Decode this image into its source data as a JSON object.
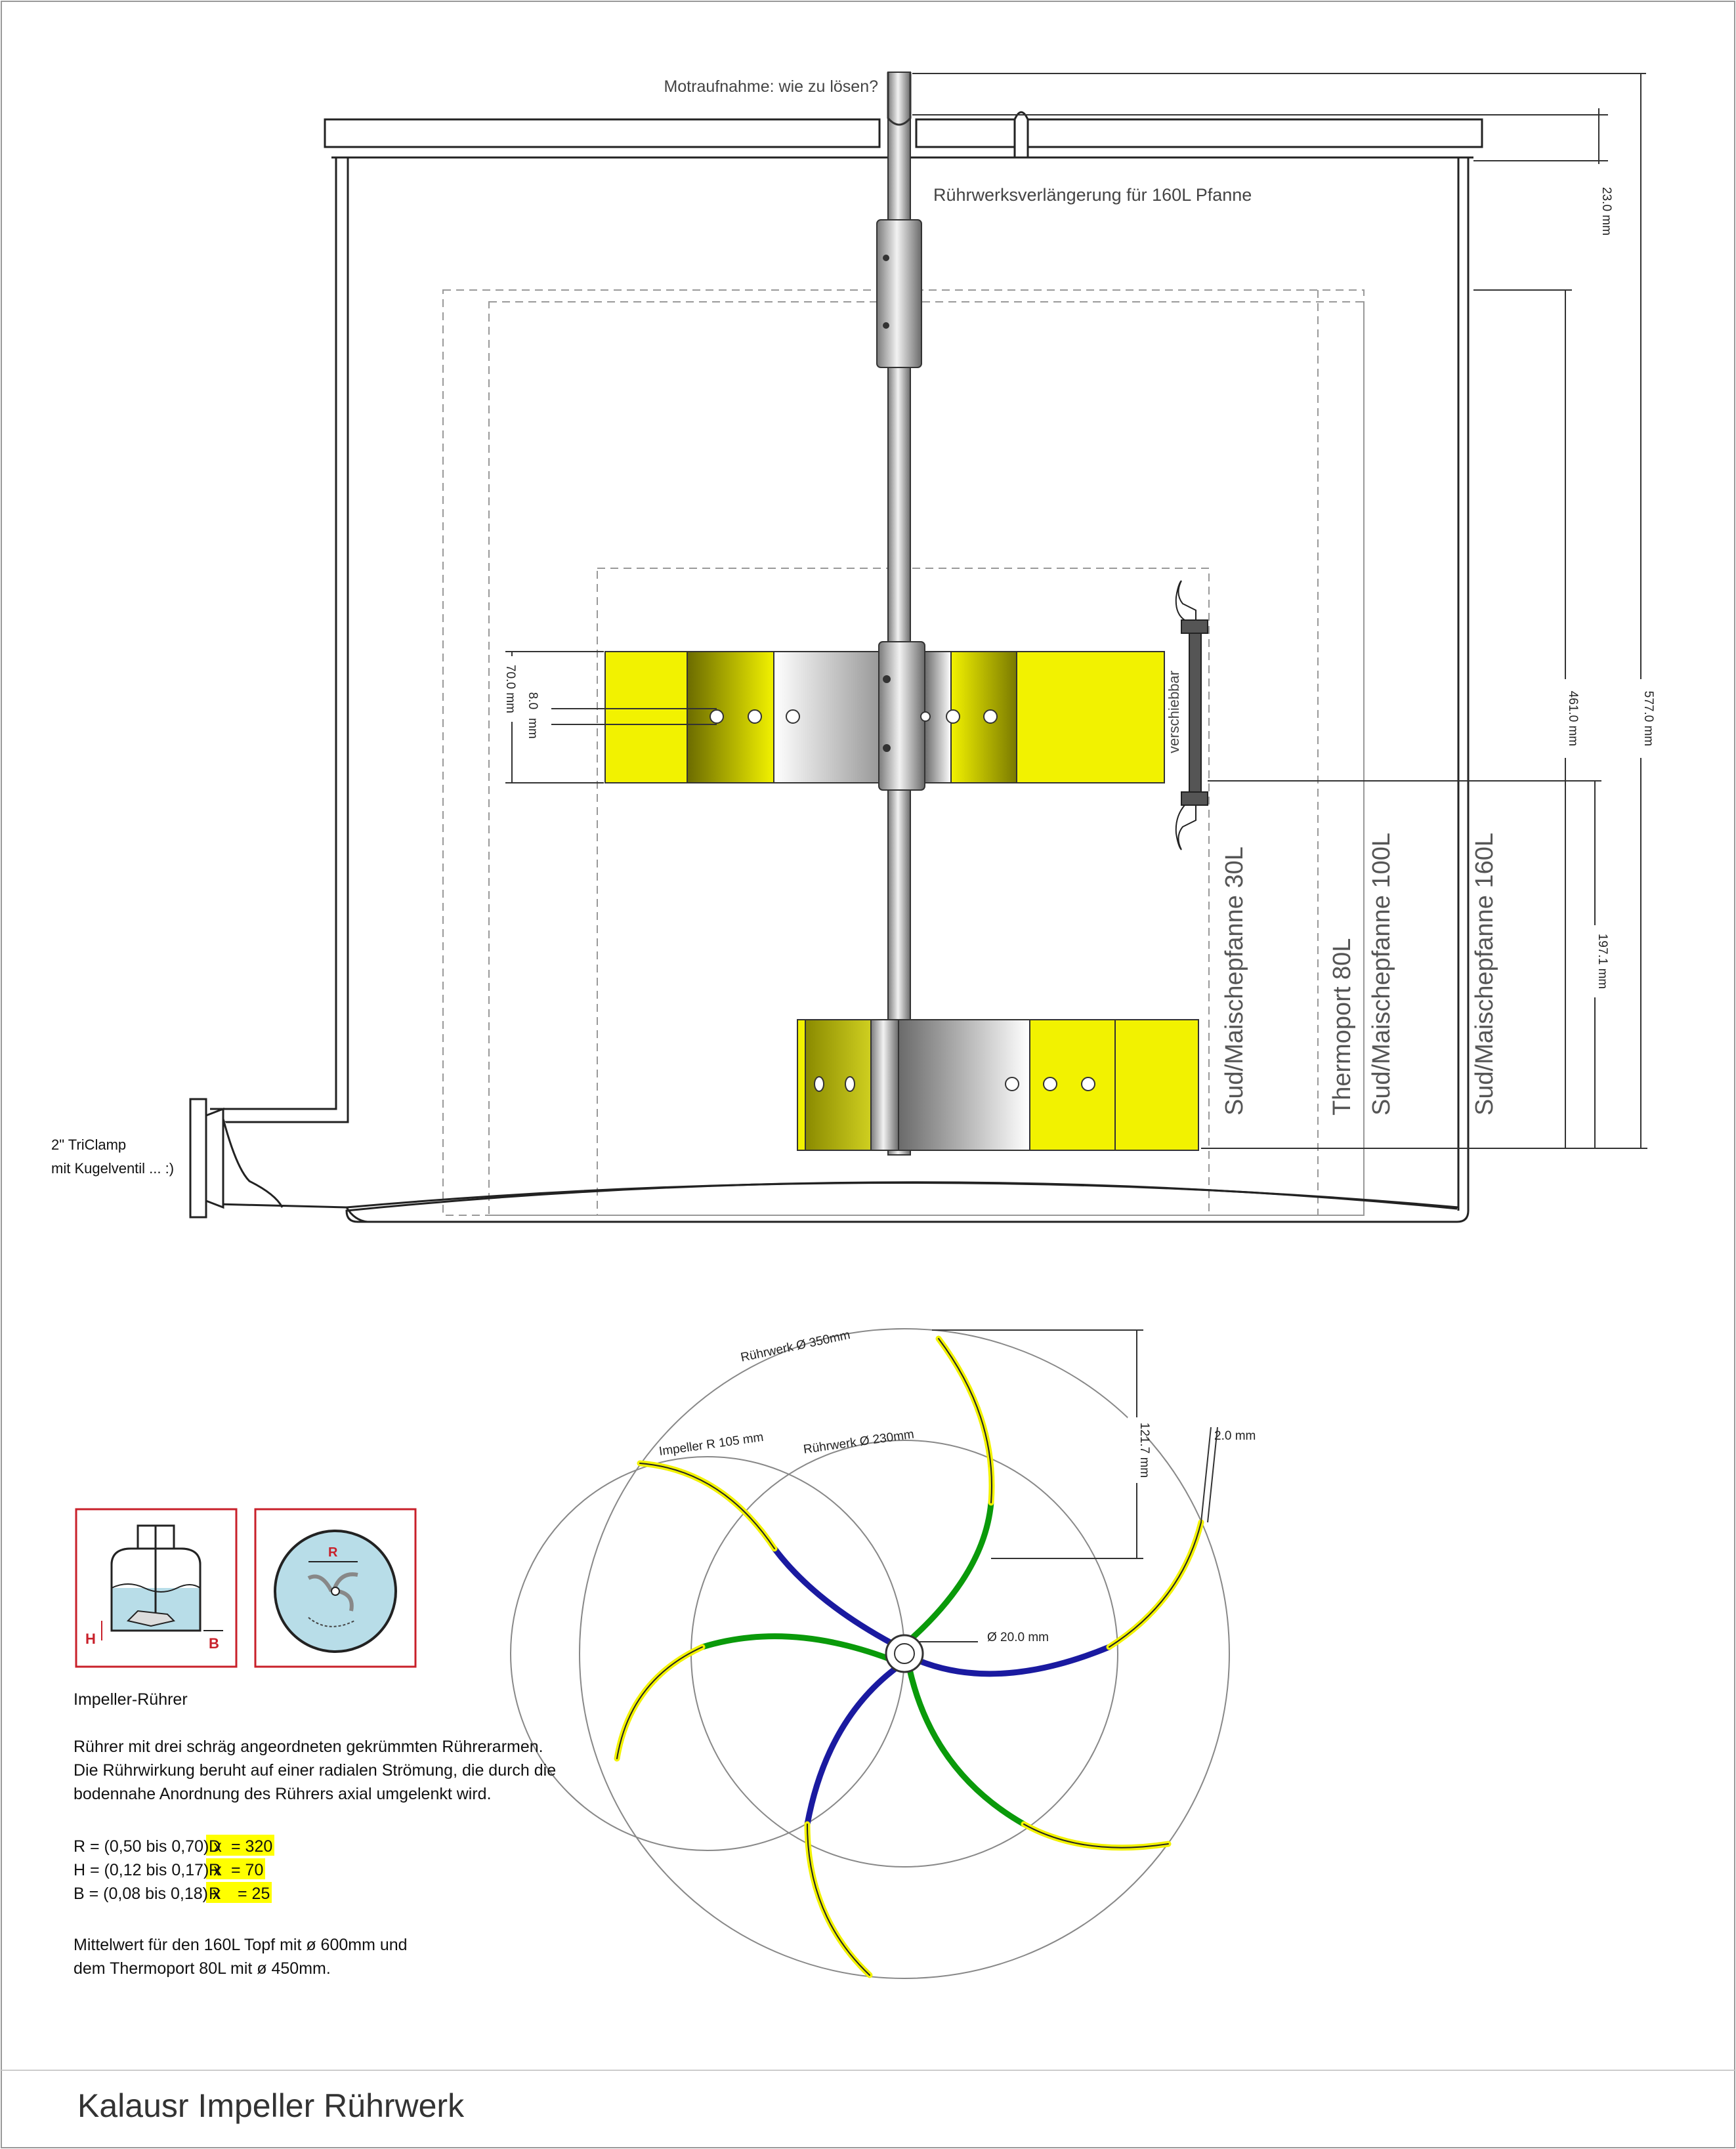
{
  "labels": {
    "motor_mount": "Motraufnahme: wie zu lösen?",
    "extension": "Rührwerksverlängerung für 160L Pfanne",
    "triclamp_line1": "2\" TriClamp",
    "triclamp_line2": "mit Kugelventil ... :)",
    "verschiebbar": "verschiebbar",
    "vessel_30l": "Sud/Maischepfanne 30L",
    "vessel_thermoport": "Thermoport 80L",
    "vessel_100l": "Sud/Maischepfanne 100L",
    "vessel_160l": "Sud/Maischepfanne 160L"
  },
  "dimensions": {
    "d23": "23.0 mm",
    "d577": "577.0 mm",
    "d461": "461.0 mm",
    "d197": "197.1 mm",
    "d70": "70.0 mm",
    "d8a": "8.0",
    "d8b": "mm",
    "d350": "Rührwerk Ø 350mm",
    "d230": "Rührwerk Ø 230mm",
    "r105": "Impeller R 105 mm",
    "d1217": "121.7 mm",
    "d2": "2.0 mm",
    "d20": "Ø 20.0 mm"
  },
  "icons": {
    "h": "H",
    "b": "B",
    "r": "R"
  },
  "description": {
    "heading": "Impeller-Rührer",
    "p1_line1": "Rührer mit drei schräg angeordneten gekrümmten Rührerarmen.",
    "p1_line2": "Die Rührwirkung beruht auf einer radialen Strömung, die durch die",
    "p1_line3": "bodennahe Anordnung des Rührers axial umgelenkt wird.",
    "formulas": [
      {
        "prefix": "R = (0,50 bis 0,70) x ",
        "hl": "D",
        "result": "= 320"
      },
      {
        "prefix": "H = (0,12 bis 0,17) x ",
        "hl": "R",
        "result": "= 70"
      },
      {
        "prefix": "B = (0,08 bis 0,18) x ",
        "hl": "R",
        "result": "= 25"
      }
    ],
    "p2_line1": "Mittelwert für den 160L Topf mit ø 600mm und",
    "p2_line2": "dem Thermoport 80L mit ø 450mm."
  },
  "title": "Kalausr Impeller Rührwerk",
  "colors": {
    "yellow": "#f2f200",
    "olive": "#8a8a00",
    "blue": "#1a1aa0",
    "green": "#0a9a0a",
    "highlight": "#ffff00",
    "red": "#c8202a"
  }
}
